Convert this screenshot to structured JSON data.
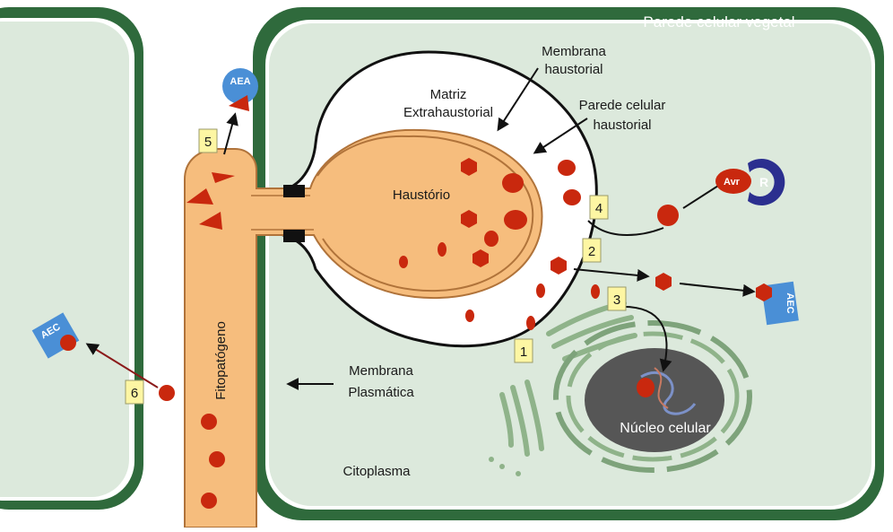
{
  "title": "Parede celular vegetal",
  "labels": {
    "membrana_haustorial": [
      "Membrana",
      "haustorial"
    ],
    "matriz": [
      "Matriz",
      "Extrahaustorial"
    ],
    "parede_haustorial": [
      "Parede celular",
      "haustorial"
    ],
    "haustorio": "Haustório",
    "fitopatogeno": "Fitopatógeno",
    "membrana_plasmatica": [
      "Membrana",
      "Plasmática"
    ],
    "citoplasma": "Citoplasma",
    "nucleo": "Núcleo celular"
  },
  "markers": [
    "1",
    "2",
    "3",
    "4",
    "5",
    "6"
  ],
  "tags": {
    "aea": "AEA",
    "avr": "Avr",
    "r": "R",
    "aec_right": "AEC",
    "aec_left": "AEC"
  },
  "colors": {
    "cell_wall": "#2f6a3c",
    "cytoplasm": "#dce9dc",
    "fungus": "#f6bd7d",
    "effector": "#c9280e",
    "marker_bg": "#fdf6a3",
    "aec_blue": "#4a8fd6",
    "receptor": "#2b2f8f",
    "matrix": "#ffffff",
    "nucleus": "#565656"
  }
}
